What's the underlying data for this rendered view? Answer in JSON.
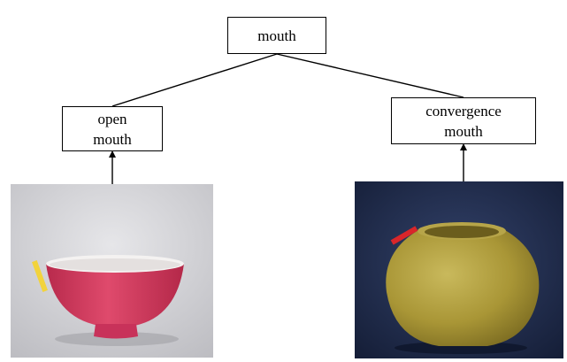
{
  "diagram": {
    "root": {
      "label": "mouth"
    },
    "children": [
      {
        "label": "open\nmouth",
        "photo_icon": "red-bowl-photo",
        "colors": {
          "glaze": "#d43a5e",
          "marker": "#f0d03c",
          "backdrop": "#cfcfd3"
        }
      },
      {
        "label": "convergence\nmouth",
        "photo_icon": "olive-jar-photo",
        "colors": {
          "glaze": "#b1a045",
          "marker": "#d9262a",
          "backdrop": "#1d2a4a"
        }
      }
    ]
  }
}
